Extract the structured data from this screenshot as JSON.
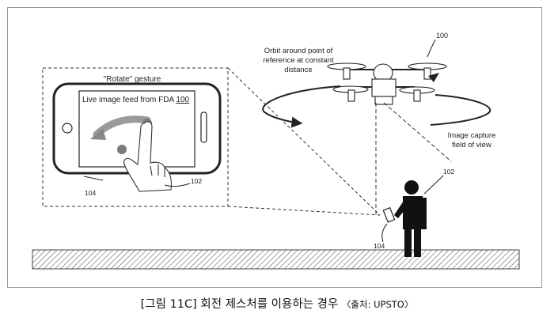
{
  "figure": {
    "labels": {
      "rotate_gesture": "\"Rotate\" gesture",
      "live_feed_prefix": "Live image feed from FDA ",
      "live_feed_ref": "100",
      "orbit_line1": "Orbit around point of",
      "orbit_line2": "reference at constant",
      "orbit_line3": "distance",
      "capture_line1": "Image capture",
      "capture_line2": "field of view",
      "ref_drone": "100",
      "ref_person": "102",
      "ref_phone_edge": "102",
      "ref_phone_inset": "104",
      "ref_phone_person": "104"
    }
  },
  "caption": {
    "main": "[그림 11C] 회전 제스처를 이용하는 경우",
    "source": "〈출처: UPSTO〉"
  }
}
